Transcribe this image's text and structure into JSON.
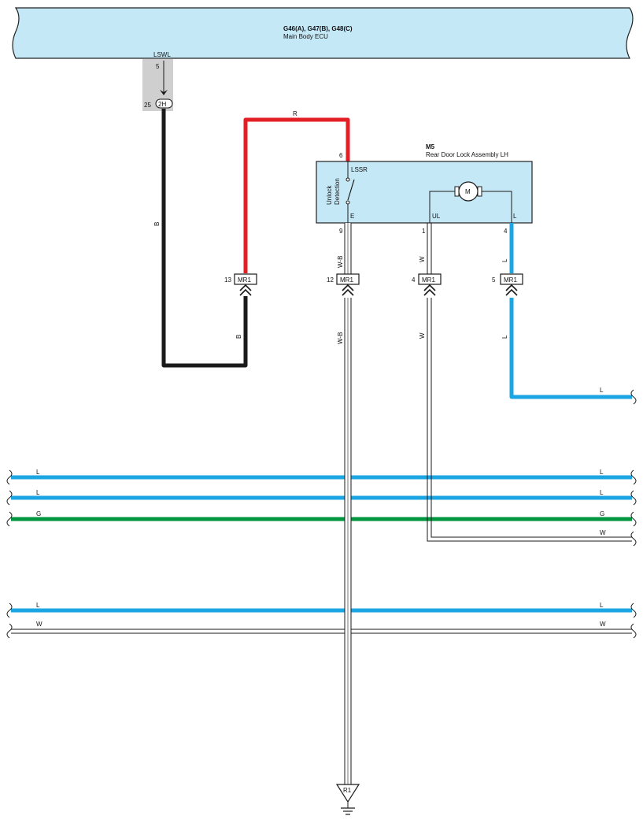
{
  "ecu": {
    "codes": "G46(A), G47(B), G48(C)",
    "name": "Main Body ECU",
    "terminal": "LSWL",
    "pin": "5"
  },
  "junction": {
    "pin": "25",
    "id": "2H"
  },
  "lock": {
    "code": "M5",
    "name": "Rear Door Lock Assembly LH",
    "switch_term": "LSSR",
    "switch_label_1": "Unlock",
    "switch_label_2": "Detection",
    "term_e": "E",
    "term_ul": "UL",
    "term_l": "L",
    "motor": "M",
    "pin_6": "6",
    "pin_9": "9",
    "pin_1": "1",
    "pin_4": "4"
  },
  "wire_colors": {
    "red": "R",
    "black": "B",
    "white_black": "W-B",
    "white": "W",
    "blue": "L",
    "green": "G"
  },
  "connectors": [
    {
      "pin": "13",
      "id": "MR1"
    },
    {
      "pin": "12",
      "id": "MR1"
    },
    {
      "pin": "4",
      "id": "MR1"
    },
    {
      "pin": "5",
      "id": "MR1"
    }
  ],
  "ground": {
    "id": "R1"
  },
  "colors": {
    "ecu_fill": "#c5e8f7",
    "red": "#e31e24",
    "blue": "#1ba6e3",
    "green": "#00963f",
    "black": "#1a1a1a",
    "grey": "#cfcfcf"
  }
}
